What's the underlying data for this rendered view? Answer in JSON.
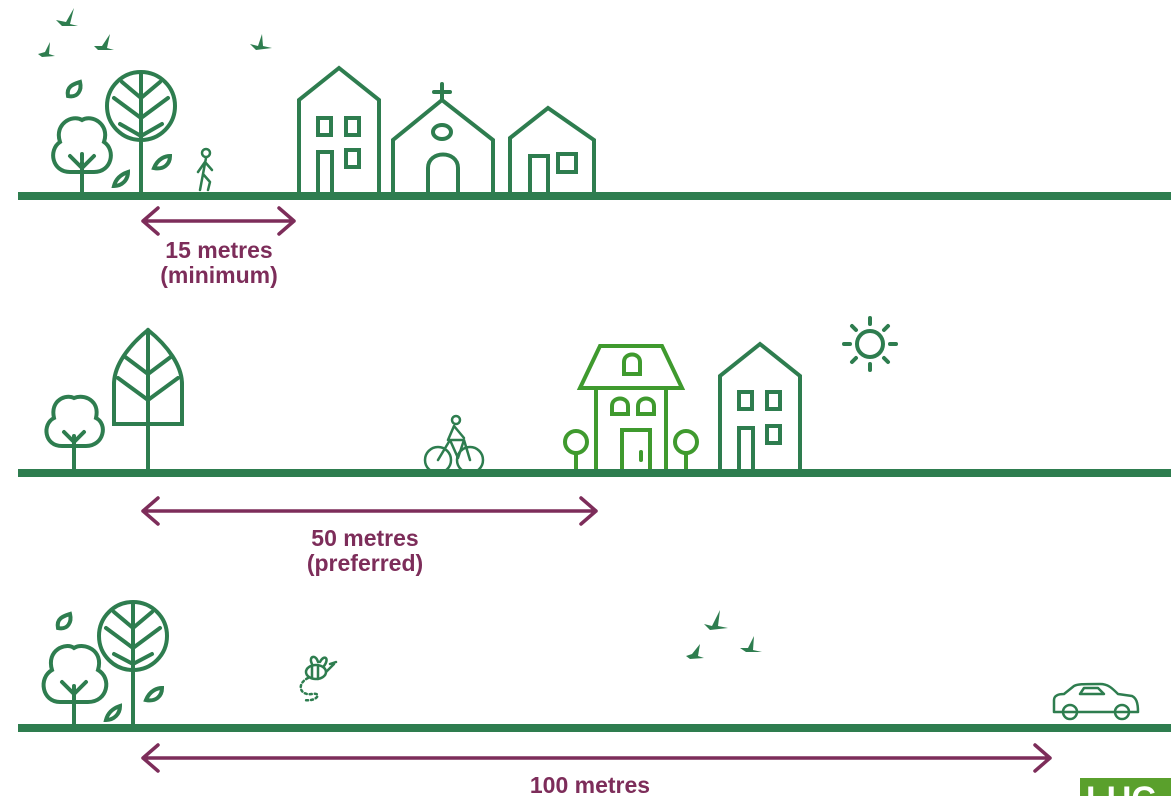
{
  "rows": [
    {
      "distance_label": "15 metres",
      "qualifier": "(minimum)",
      "travel_mode": "walking",
      "icon": "pedestrian-icon"
    },
    {
      "distance_label": "50 metres",
      "qualifier": "(preferred)",
      "travel_mode": "cycling",
      "icon": "cyclist-icon"
    },
    {
      "distance_label": "100 metres",
      "qualifier": "",
      "travel_mode": "driving",
      "icon": "car-icon"
    }
  ],
  "logo": {
    "text": "LUC",
    "color": "#5aa02c"
  },
  "colors": {
    "landscape": "#2e7d4f",
    "building_light": "#3f9a2e",
    "distance_arrow": "#7d2d5a",
    "background": "#ffffff"
  }
}
